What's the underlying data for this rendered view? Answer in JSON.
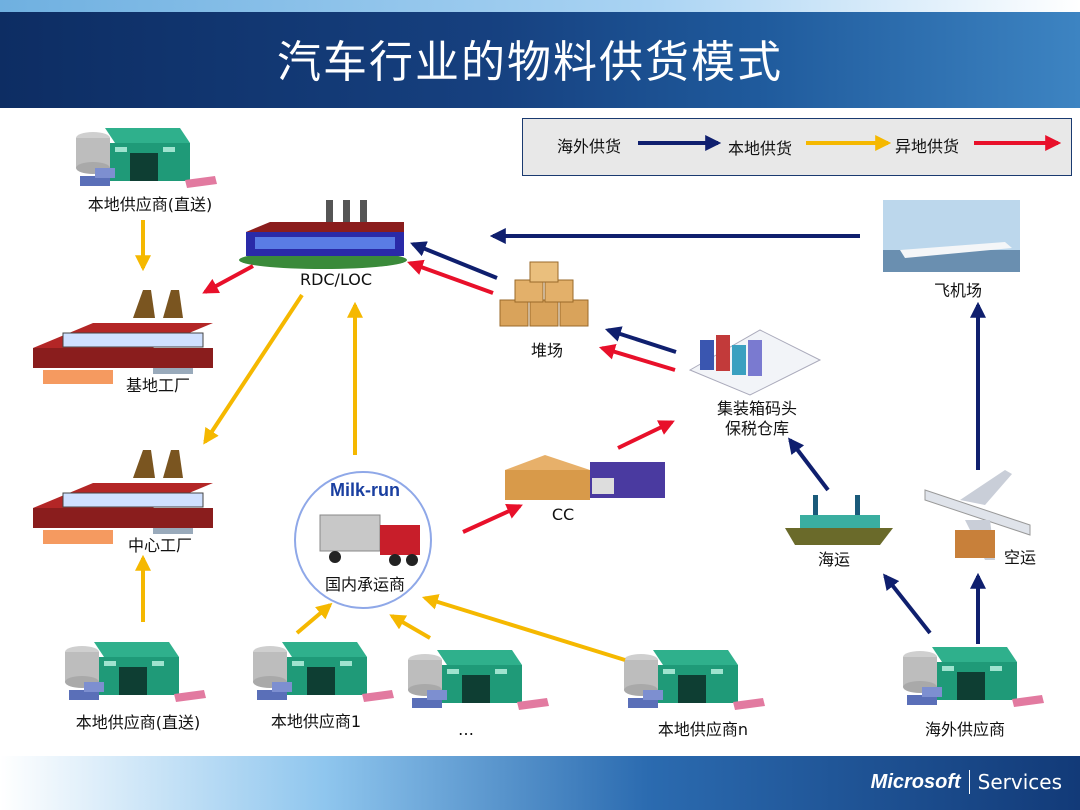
{
  "title": "汽车行业的物料供货模式",
  "legend": {
    "overseas": "海外供货",
    "local": "本地供货",
    "remote": "异地供货",
    "colors": {
      "overseas": "#0f1f6e",
      "local": "#f5b800",
      "remote": "#e8102a"
    }
  },
  "nodes": {
    "supplier_direct_top": "本地供应商(直送)",
    "rdc": "RDC/LOC",
    "base_plant": "基地工厂",
    "center_plant": "中心工厂",
    "supplier_direct_bottom": "本地供应商(直送)",
    "supplier_1": "本地供应商1",
    "supplier_dots": "…",
    "supplier_n": "本地供应商n",
    "overseas_supplier": "海外供应商",
    "yard": "堆场",
    "container_terminal_1": "集装箱码头",
    "container_terminal_2": "保税仓库",
    "cc": "CC",
    "sea": "海运",
    "air": "空运",
    "airport": "飞机场",
    "milkrun_title": "Milk-run",
    "milkrun_sub": "国内承运商"
  },
  "brand": {
    "name": "Microsoft",
    "product": "Services"
  }
}
